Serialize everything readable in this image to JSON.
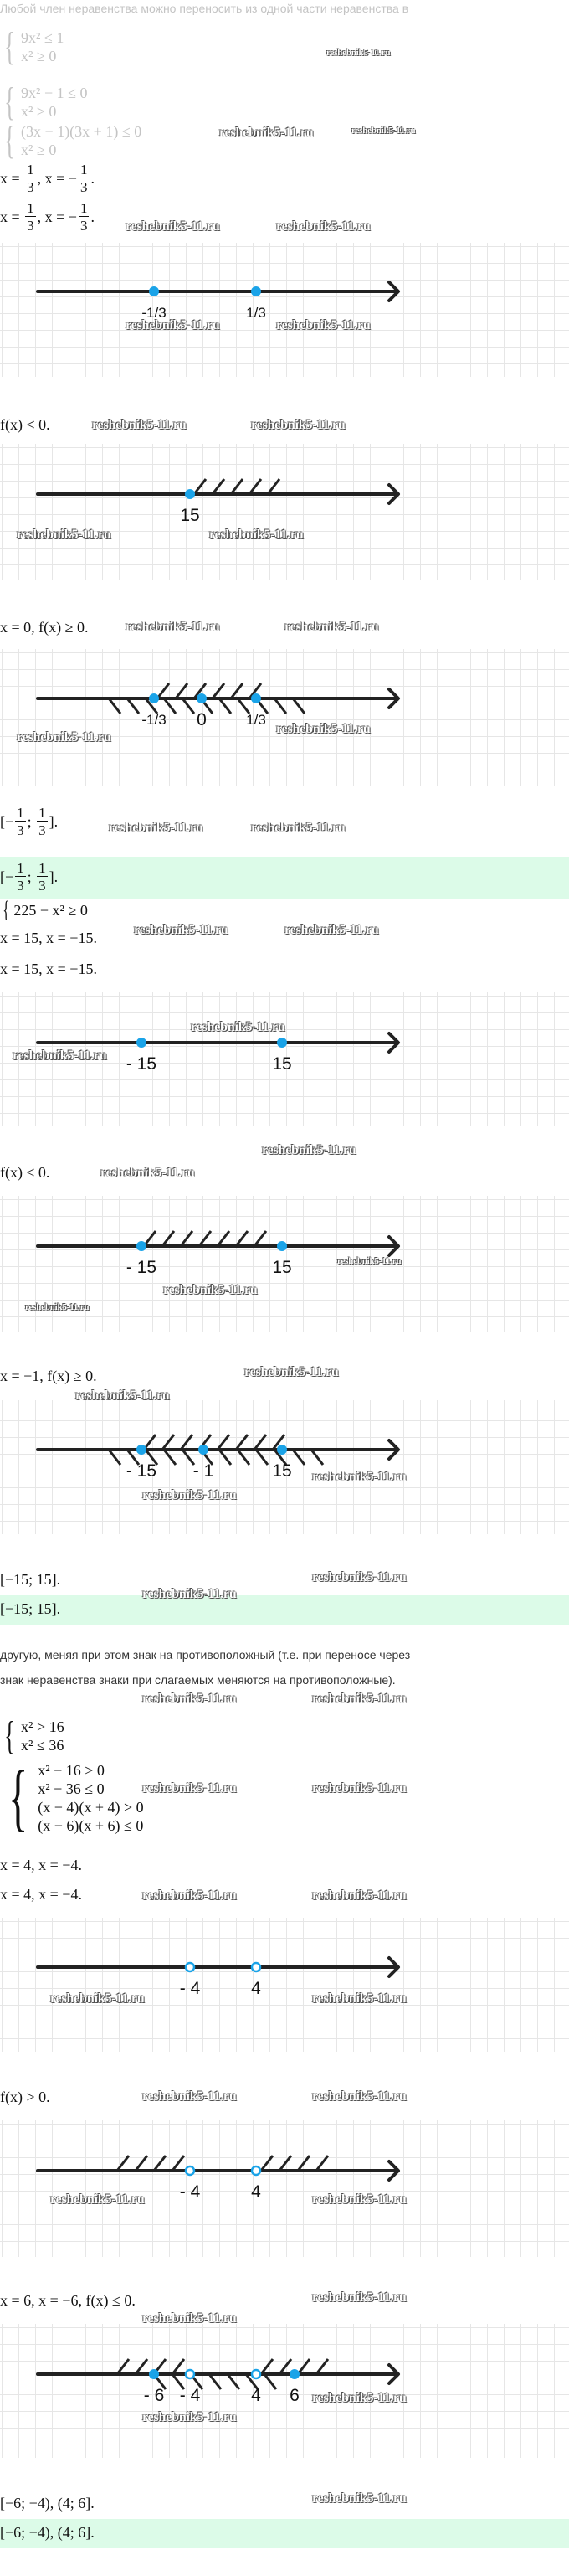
{
  "watermark": "reshebnik5-11.ru",
  "colors": {
    "point": "#1aa3e8",
    "axis": "#222222",
    "answer_band": "#dcfbe8"
  },
  "intro_text": "Любой член неравенства можно переносить из одной части неравенства в",
  "rule_text": [
    "другую, меняя при этом знак на противоположный (т.е. при переносе через",
    "знак неравенства знаки при слагаемых меняются на противоположные)."
  ],
  "task1": {
    "system1": [
      "9x² ≤ 1",
      "x² ≥ 0"
    ],
    "system2": [
      "9x² − 1 ≤ 0",
      "x² ≥ 0"
    ],
    "system3": [
      "(3x − 1)(3x + 1) ≤ 0",
      "x² ≥ 0"
    ],
    "roots": [
      "x = ",
      {
        "num": "1",
        "den": "3"
      },
      ", x = −",
      {
        "num": "1",
        "den": "3"
      },
      "."
    ],
    "sign_neg": [
      "f(x) < 0."
    ],
    "test_point": [
      "x = 0, f(x) ≥ 0."
    ],
    "result": [
      "[−",
      {
        "num": "1",
        "den": "3"
      },
      "; ",
      {
        "num": "1",
        "den": "3"
      },
      "]."
    ]
  },
  "task2": {
    "system": [
      "225 − x² ≥ 0"
    ],
    "roots": [
      "x = 15, x = −15."
    ],
    "sign_nonpos": [
      "f(x) ≤ 0."
    ],
    "test_point": [
      "x = −1, f(x) ≥ 0."
    ],
    "result": [
      "[−15; 15]."
    ]
  },
  "task3": {
    "system1": [
      "x² > 16",
      "x² ≤ 36"
    ],
    "system2": [
      "x² − 16 > 0",
      "x² − 36 ≤ 0",
      "(x − 4)(x + 4) > 0",
      "(x − 6)(x + 6) ≤ 0"
    ],
    "roots": [
      "x = 4, x = −4."
    ],
    "sign_pos": [
      "f(x) > 0."
    ],
    "test_point": [
      "x = 6, x = −6, f(x) ≤ 0."
    ],
    "result": [
      "[−6; −4), (4; 6]."
    ]
  },
  "number_lines": [
    {
      "points": [
        {
          "label": "-1/3",
          "open": false
        },
        {
          "label": "1/3",
          "open": false
        }
      ]
    },
    {
      "points": [
        {
          "label": "15",
          "open": false
        }
      ]
    },
    {
      "points": [
        {
          "label": "-1/3",
          "open": false
        },
        {
          "label": "0",
          "open": false
        },
        {
          "label": "1/3",
          "open": false
        }
      ]
    },
    {
      "points": [
        {
          "label": "- 15",
          "open": false
        },
        {
          "label": "15",
          "open": false
        }
      ]
    },
    {
      "points": [
        {
          "label": "- 15",
          "open": false
        },
        {
          "label": "15",
          "open": false
        }
      ]
    },
    {
      "points": [
        {
          "label": "- 15",
          "open": false
        },
        {
          "label": "- 1",
          "open": false
        },
        {
          "label": "15",
          "open": false
        }
      ]
    },
    {
      "points": [
        {
          "label": "- 4",
          "open": true
        },
        {
          "label": "4",
          "open": true
        }
      ]
    },
    {
      "points": [
        {
          "label": "- 4",
          "open": true
        },
        {
          "label": "4",
          "open": true
        }
      ]
    },
    {
      "points": [
        {
          "label": "- 6",
          "open": false
        },
        {
          "label": "- 4",
          "open": true
        },
        {
          "label": "4",
          "open": true
        },
        {
          "label": "6",
          "open": false
        }
      ]
    }
  ]
}
